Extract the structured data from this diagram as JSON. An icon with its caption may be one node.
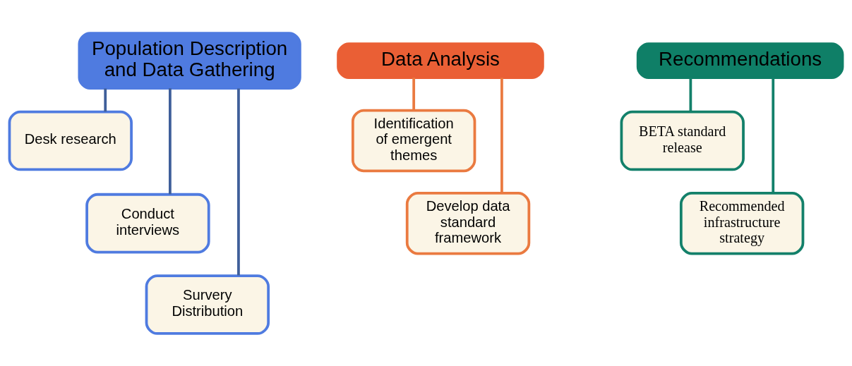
{
  "diagram": {
    "nodes": [
      {
        "text": [
          "Population Description and Data Gathering"
        ]
      },
      {
        "text": [
          "Desk research"
        ]
      },
      {
        "text": [
          "Conduct interviews"
        ]
      },
      {
        "text": [
          "Survery Distribution"
        ]
      },
      {
        "text": [
          "Data Analysis"
        ]
      },
      {
        "text": [
          "Identification of emergent themes"
        ]
      },
      {
        "text": [
          "Develop data standard framework"
        ]
      },
      {
        "text": [
          "Recommendations"
        ]
      },
      {
        "text": [
          "BETA standard release"
        ]
      },
      {
        "text": [
          "Recommended infrastructure strategy"
        ]
      }
    ],
    "edges": [
      {
        "from": 0,
        "to": 1,
        "arrow": "none"
      },
      {
        "from": 0,
        "to": 2,
        "arrow": "none"
      },
      {
        "from": 0,
        "to": 3,
        "arrow": "none"
      },
      {
        "from": 4,
        "to": 5,
        "arrow": "none",
        "color": "#ea7a40"
      },
      {
        "from": 4,
        "to": 6,
        "arrow": "none",
        "color": "#ea7a40"
      },
      {
        "from": 7,
        "to": 8,
        "arrow": "none",
        "color": "#13806a"
      },
      {
        "from": 7,
        "to": 9,
        "arrow": "none",
        "color": "#13806a"
      }
    ]
  }
}
